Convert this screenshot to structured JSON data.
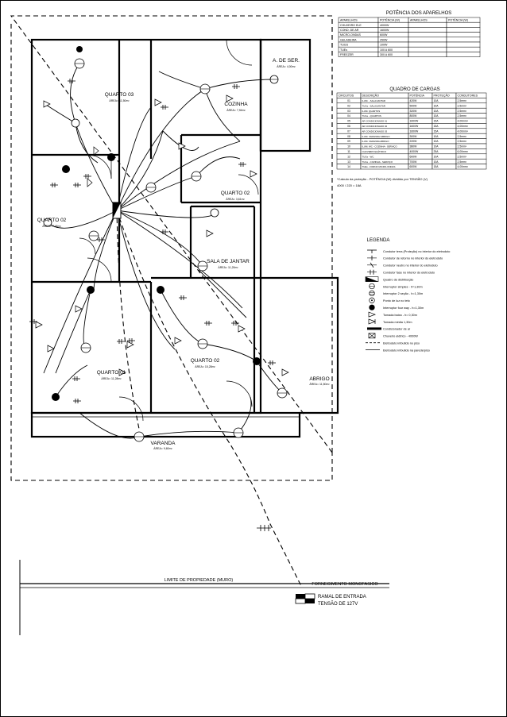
{
  "power_table": {
    "title": "POTÊNCIA DOS APARELHOS",
    "headers": [
      "APARELHOS",
      "POTÊNCIA (W)",
      "APARELHOS",
      "POTÊNCIA (W)"
    ],
    "rows": [
      [
        "CHUVEIRO ELE",
        "4000W"
      ],
      [
        "COND. DE AR",
        "1600W"
      ],
      [
        "MICRO-ONDAS",
        "600W"
      ],
      [
        "GELADEIRA",
        "250W"
      ],
      [
        "TUGS",
        "100W"
      ],
      [
        "TUEs",
        "100 A 600"
      ],
      [
        "FREEZER",
        "300 A 600"
      ]
    ]
  },
  "load_table": {
    "title": "QUADRO DE CARGAS",
    "headers": [
      "CIRCUITOS",
      "DESCRIÇÃO",
      "POTÊNCIA",
      "PROTEÇÃO",
      "CONDUTORES"
    ],
    "rows": [
      [
        "01",
        "ILUM. - SALA/JANTAR",
        "420W",
        "10A",
        "2,5mm²"
      ],
      [
        "02",
        "TUGs - SALA/JANTAR",
        "500W",
        "10A",
        "2,5mm²"
      ],
      [
        "03",
        "ILUM. QUARTOS",
        "320W",
        "10A",
        "2,5mm²"
      ],
      [
        "04",
        "TUGs - QUARTOS",
        "800W",
        "10A",
        "2,5mm²"
      ],
      [
        "05",
        "AR CONDICIONADO 01",
        "1600W",
        "15A",
        "4,00mm²"
      ],
      [
        "06",
        "AR CONDICIONADO 02",
        "1600W",
        "15A",
        "4,00mm²"
      ],
      [
        "07",
        "AR CONDICIONADO 03",
        "1600W",
        "15A",
        "4,00mm²"
      ],
      [
        "08",
        "ILUM. VARANDA/ ABRIGO",
        "300W",
        "10A",
        "2,5mm²"
      ],
      [
        "09",
        "ILUM. VARANDA ABRIGO",
        "220W",
        "10A",
        "2,5mm²"
      ],
      [
        "10",
        "ILUM. WC - COZINHA - SERVIÇO",
        "380W",
        "10A",
        "2,5mm²"
      ],
      [
        "11",
        "CHUVEIRO ELÉTRICO",
        "4000W",
        "25A",
        "6,00mm²"
      ],
      [
        "12",
        "TUGs - WC",
        "600W",
        "10A",
        "2,5mm²"
      ],
      [
        "13",
        "TUGs - COZINHA - SERVIÇO",
        "700W",
        "10A",
        "2,5mm²"
      ],
      [
        "14",
        "TUEs - FORNO MICRO-ONDAS",
        "600W",
        "15A",
        "4,00mm²"
      ]
    ],
    "note1": "*Calculo da proteção - POTÊNCIA (W) dividido por TENSÃO (V)",
    "note2": "4000 / 220 = 18A"
  },
  "legend": {
    "title": "LEGENDA",
    "items": [
      "Condutor terra (Proteção) no interior do eletroduto",
      "Condutor de retorno no interior do eletroduto",
      "Condutor neutro no interior do eletroduto",
      "Condutor fase no interior do eletroduto",
      "Quadro de distribuição",
      "Interruptor simples - h=1,30m",
      "Interruptor 2 seção - h=1,30m",
      "Ponto de luz no teto",
      "Interruptor four way - h=1,30m",
      "Tomada baixa - h= 0,30m",
      "Tomada média 1,30m",
      "Condicionador de ar",
      "Chuveiro elétrico - 4000W",
      "Eletroduto imbutido no piso",
      "Eletroduto imbutido na parede/piso"
    ]
  },
  "rooms": [
    {
      "name": "QUARTO 03",
      "area": "ÁREA= 11,50m²"
    },
    {
      "name": "COZINHA",
      "area": "ÁREA= 7,94m²"
    },
    {
      "name": "A. DE SER.",
      "area": "ÁREA= 4,00m²"
    },
    {
      "name": "QUARTO 02",
      "area": "ÁREA= 3,61m²"
    },
    {
      "name": "QUARTO 02",
      "area": "ÁREA= 7,46m²"
    },
    {
      "name": "SALA DE JANTAR",
      "area": "ÁREA= 11,20m²"
    },
    {
      "name": "QUARTO 02",
      "area": "ÁREA= 15,28m²"
    },
    {
      "name": "QUARTO 01",
      "area": "ÁREA= 11,28m²"
    },
    {
      "name": "ABRIGO",
      "area": "ÁREA= 11,50m²"
    },
    {
      "name": "VARANDA",
      "area": "ÁREA= 9,60m²"
    }
  ],
  "site": {
    "limit_label": "LIMITE DE PROPIEDADE (MURO)",
    "supply_label": "FORNECIMENTO MONOFASICO",
    "entry_line1": "RAMAL DE ENTRADA",
    "entry_line2": "TENSÃO DE 127V"
  }
}
